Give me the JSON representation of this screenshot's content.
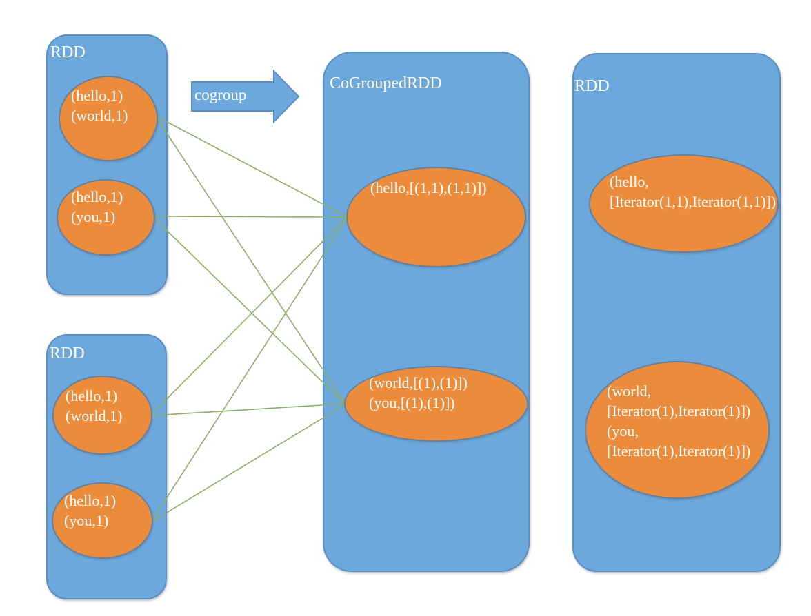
{
  "diagram": {
    "boxes": [
      {
        "id": "rdd-top-left",
        "label": "RDD"
      },
      {
        "id": "rdd-bottom-left",
        "label": "RDD"
      },
      {
        "id": "cogrouped-rdd",
        "label": "CoGroupedRDD"
      },
      {
        "id": "rdd-right",
        "label": "RDD"
      }
    ],
    "arrow": {
      "label": "cogroup"
    },
    "ellipses": {
      "tl1": {
        "lines": [
          "(hello,1)",
          "(world,1)"
        ]
      },
      "tl2": {
        "lines": [
          "(hello,1)",
          "(you,1)"
        ]
      },
      "bl1": {
        "lines": [
          "(hello,1)",
          "(world,1)"
        ]
      },
      "bl2": {
        "lines": [
          "(hello,1)",
          "(you,1)"
        ]
      },
      "mid1": {
        "lines": [
          "(hello,[(1,1),(1,1)])"
        ]
      },
      "mid2": {
        "lines": [
          "(world,[(1),(1)])",
          "(you,[(1),(1)])"
        ]
      },
      "r1": {
        "lines": [
          "(hello,",
          "[Iterator(1,1),Iterator(1,1)])"
        ]
      },
      "r2": {
        "lines": [
          "(world,",
          "[Iterator(1),Iterator(1)])",
          "(you,",
          "[Iterator(1),Iterator(1)])"
        ]
      }
    },
    "connections": [
      {
        "from": "tl1",
        "to": "mid1"
      },
      {
        "from": "tl1",
        "to": "mid2"
      },
      {
        "from": "tl2",
        "to": "mid1"
      },
      {
        "from": "tl2",
        "to": "mid2"
      },
      {
        "from": "bl1",
        "to": "mid1"
      },
      {
        "from": "bl1",
        "to": "mid2"
      },
      {
        "from": "bl2",
        "to": "mid1"
      },
      {
        "from": "bl2",
        "to": "mid2"
      }
    ],
    "colors": {
      "box_fill": "#6CA8DC",
      "box_border": "#5B8FBF",
      "ellipse_fill": "#EB8C3D",
      "ellipse_border": "#64819F",
      "connector_green": "#8EAE6A",
      "text": "#FFFFFF"
    }
  }
}
